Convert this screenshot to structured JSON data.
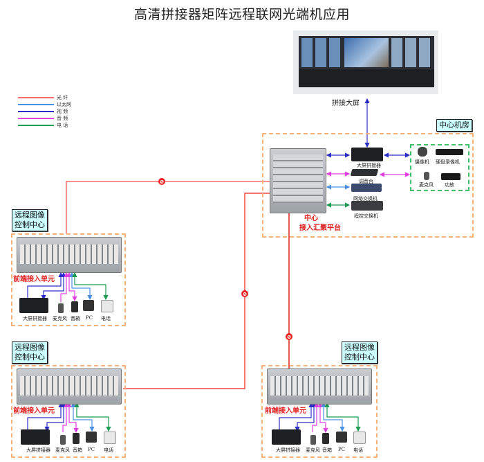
{
  "title": "高清拼接器矩阵远程联网光端机应用",
  "legend": [
    {
      "label": "光 纤",
      "color": "#ff6b6b"
    },
    {
      "label": "以太网",
      "color": "#4a90e2"
    },
    {
      "label": "视 频",
      "color": "#2c2cc8"
    },
    {
      "label": "音 频",
      "color": "#e040e0"
    },
    {
      "label": "电 话",
      "color": "#1a9a50"
    }
  ],
  "video_wall": {
    "caption": "拼接大屏"
  },
  "center": {
    "zone_label": "中心机房",
    "platform_label_line1": "中心",
    "platform_label_line2": "接入汇聚平台",
    "devices": [
      {
        "label": "大屏拼接器"
      },
      {
        "label": "调音台"
      },
      {
        "label": "网络交换机"
      },
      {
        "label": "程控交换机"
      }
    ],
    "peripherals": [
      {
        "label": "摄像机"
      },
      {
        "label": "硬盘录像机"
      },
      {
        "label": "麦克风"
      },
      {
        "label": "功放"
      }
    ]
  },
  "remote_sites": [
    {
      "zone_label_line1": "远程图像",
      "zone_label_line2": "控制中心",
      "unit_label": "前端接入单元",
      "devices": [
        "大屏拼接器",
        "麦克风",
        "音箱",
        "PC",
        "电话"
      ]
    },
    {
      "zone_label_line1": "远程图像",
      "zone_label_line2": "控制中心",
      "unit_label": "前端接入单元",
      "devices": [
        "大屏拼接器",
        "麦克风",
        "音箱",
        "PC",
        "电话"
      ]
    },
    {
      "zone_label_line1": "远程图像",
      "zone_label_line2": "控制中心",
      "unit_label": "前端接入单元",
      "devices": [
        "大屏拼接器",
        "麦克风",
        "音箱",
        "PC",
        "电话"
      ]
    }
  ],
  "fiber_marker_glyph": "⊘"
}
